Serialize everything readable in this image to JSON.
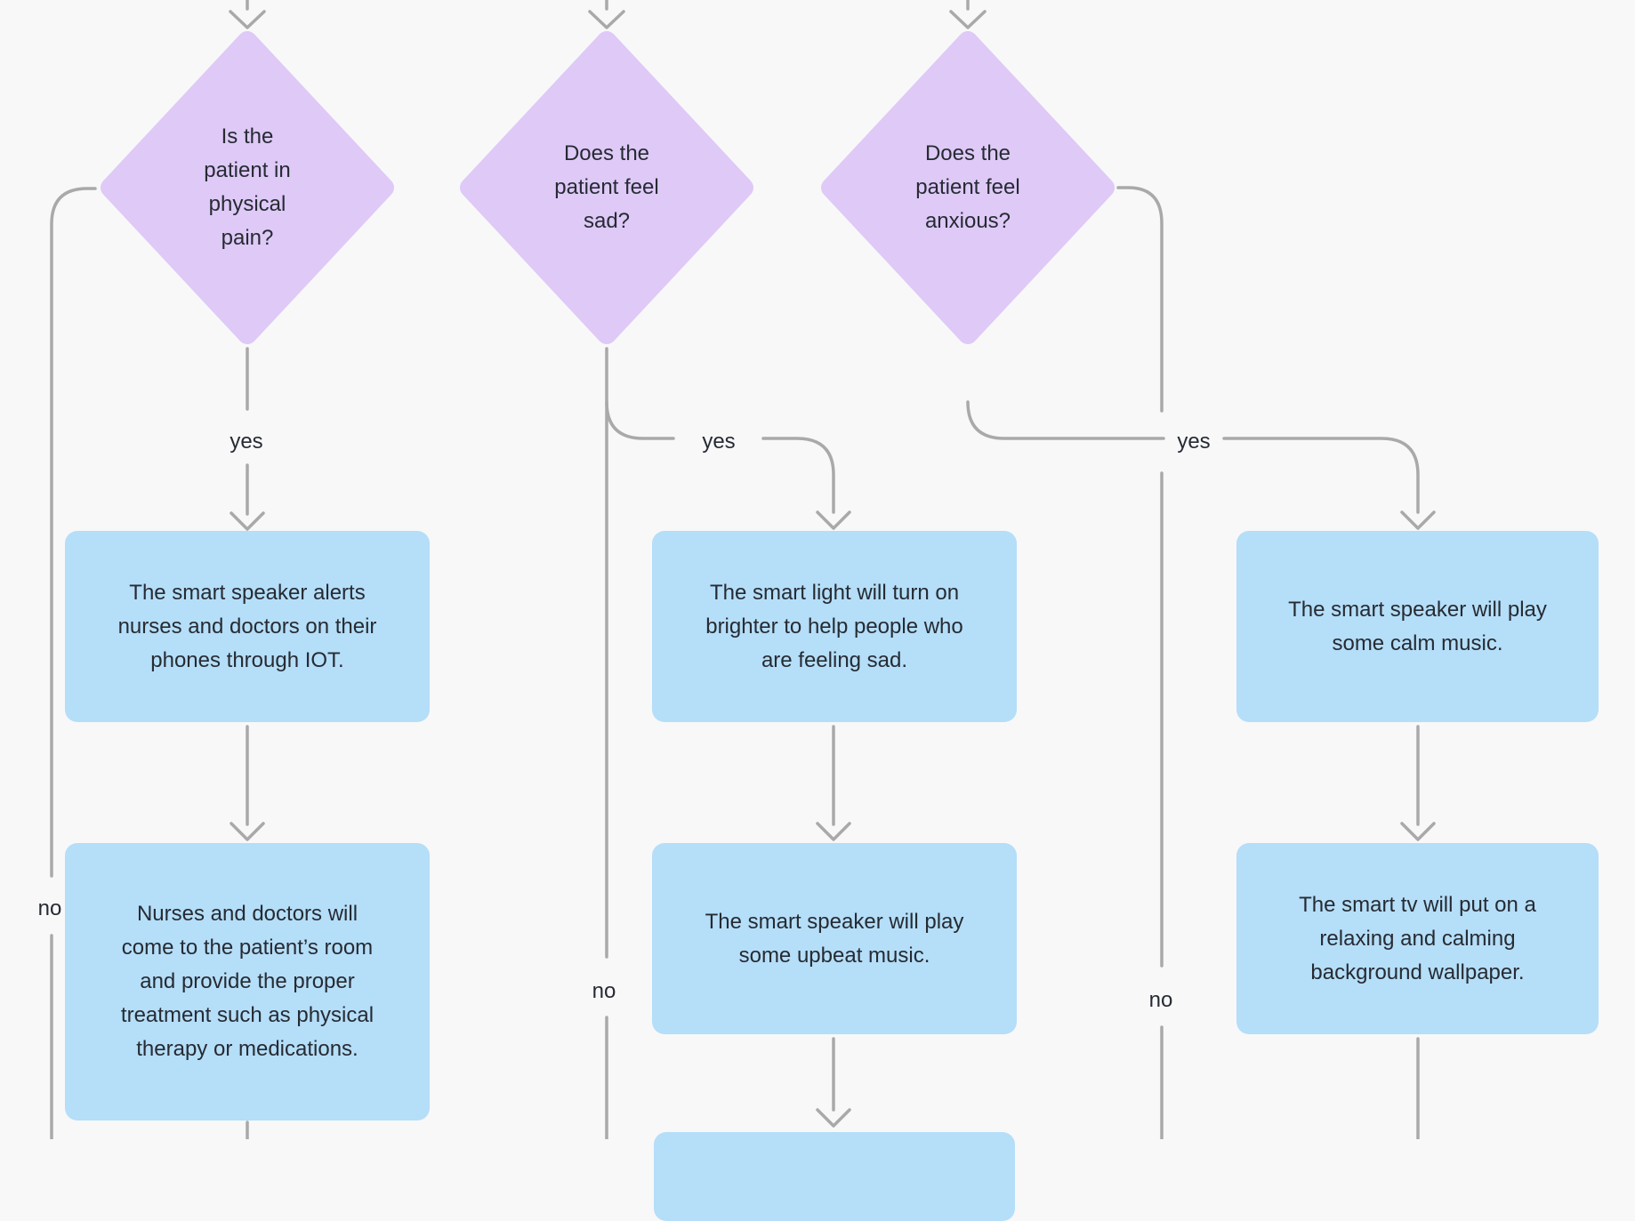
{
  "colors": {
    "background": "#f8f8f9",
    "decision_fill": "#dec9f7",
    "action_fill": "#b5def8",
    "connector": "#a9a9a9",
    "text": "#262b33"
  },
  "nodes": {
    "d1": {
      "type": "decision",
      "text": "Is the\npatient in\nphysical\npain?"
    },
    "d2": {
      "type": "decision",
      "text": "Does the\npatient feel\nsad?"
    },
    "d3": {
      "type": "decision",
      "text": "Does the\npatient feel\nanxious?"
    },
    "b1": {
      "type": "action",
      "text": "The smart speaker alerts\nnurses and doctors on their\nphones through IOT."
    },
    "b2": {
      "type": "action",
      "text": "Nurses and doctors will\ncome to the patient’s room\nand provide the proper\ntreatment such as physical\ntherapy or medications."
    },
    "b3": {
      "type": "action",
      "text": "The smart light will turn on\nbrighter to help people who\nare feeling sad."
    },
    "b4": {
      "type": "action",
      "text": "The smart speaker will play\nsome upbeat music."
    },
    "b5": {
      "type": "action",
      "text": "The smart speaker will play\nsome calm music."
    },
    "b6": {
      "type": "action",
      "text": "The smart tv will put on a\nrelaxing and calming\nbackground wallpaper."
    },
    "b7": {
      "type": "action",
      "text": ""
    }
  },
  "edge_labels": {
    "d1_yes": "yes",
    "d1_no": "no",
    "d2_yes": "yes",
    "d2_no": "no",
    "d3_yes": "yes",
    "d3_no": "no"
  }
}
